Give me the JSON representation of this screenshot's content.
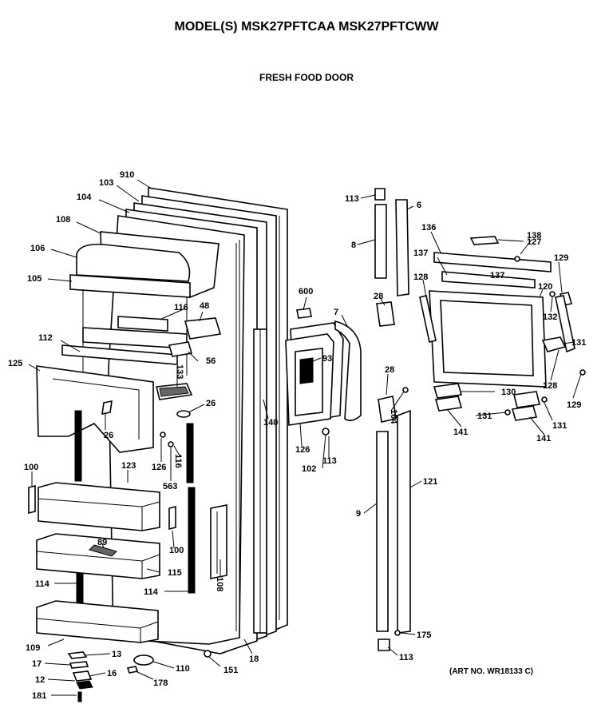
{
  "header": {
    "model_title": "MODEL(S) MSK27PFTCAA  MSK27PFTCWW",
    "section_title": "FRESH FOOD DOOR"
  },
  "footer": {
    "art_no": "(ART NO. WR18133 C)"
  },
  "callouts": {
    "c910": "910",
    "c103": "103",
    "c104": "104",
    "c108": "108",
    "c106": "106",
    "c105": "105",
    "c116": "116",
    "c48": "48",
    "c112": "112",
    "c56": "56",
    "c125": "125",
    "c133": "133",
    "c26a": "26",
    "c26b": "26",
    "c100a": "100",
    "c123": "123",
    "c126a": "126",
    "c116b": "116",
    "c563": "563",
    "c89": "89",
    "c100b": "100",
    "c115": "115",
    "c114a": "114",
    "c114b": "114",
    "c108b": "108",
    "c109": "109",
    "c13": "13",
    "c17": "17",
    "c16": "16",
    "c12": "12",
    "c181": "181",
    "c110": "110",
    "c178": "178",
    "c151": "151",
    "c18": "18",
    "c600": "600",
    "c93": "93",
    "c140": "140",
    "c126b": "126",
    "c102": "102",
    "c113a": "113",
    "c113b": "113",
    "c113c": "113",
    "c7": "7",
    "c28a": "28",
    "c28b": "28",
    "c8": "8",
    "c6": "6",
    "c164": "164",
    "c9": "9",
    "c121": "121",
    "c175": "175",
    "c136": "136",
    "c127": "127",
    "c138": "138",
    "c137": "137",
    "c137b": "137",
    "c128a": "128",
    "c129a": "129",
    "c120": "120",
    "c132": "132",
    "c131a": "131",
    "c128b": "128",
    "c129b": "129",
    "c130": "130",
    "c131b": "131",
    "c131c": "131",
    "c141a": "141",
    "c141b": "141"
  }
}
